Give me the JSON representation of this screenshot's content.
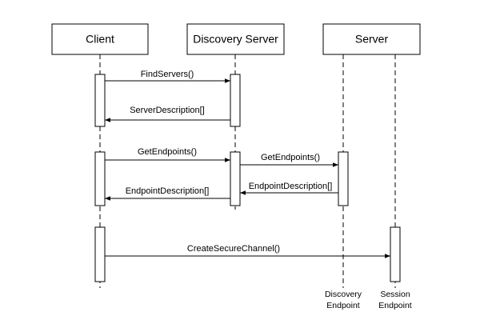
{
  "participants": {
    "client": "Client",
    "discovery_server": "Discovery Server",
    "server": "Server"
  },
  "messages": {
    "find_servers": "FindServers()",
    "server_description": "ServerDescription[]",
    "get_endpoints_client": "GetEndpoints()",
    "get_endpoints_server": "GetEndpoints()",
    "endpoint_description_server": "EndpointDescription[]",
    "endpoint_description_client": "EndpointDescription[]",
    "create_secure_channel": "CreateSecureChannel()"
  },
  "endpoint_labels": {
    "discovery_line1": "Discovery",
    "discovery_line2": "Endpoint",
    "session_line1": "Session",
    "session_line2": "Endpoint"
  }
}
